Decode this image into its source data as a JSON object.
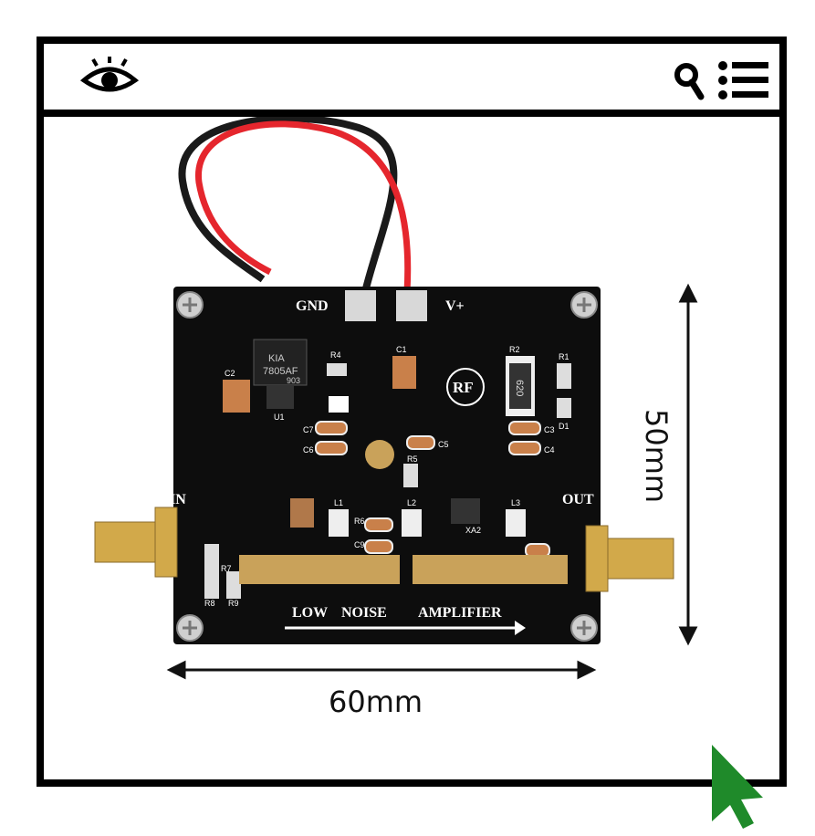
{
  "window": {
    "icons": [
      "eye-icon",
      "search-icon",
      "menu-icon"
    ]
  },
  "board": {
    "silkscreen": {
      "gnd": "GND",
      "vplus": "V+",
      "in": "IN",
      "out": "OUT",
      "logo": "RF",
      "low": "LOW",
      "noise": "NOISE",
      "amplifier": "AMPLIFIER",
      "regulator_brand": "KIA",
      "regulator_part": "7805AF",
      "regulator_code": "903",
      "r2_value": "620",
      "refs": [
        "R4",
        "C1",
        "R2",
        "R1",
        "C2",
        "U1",
        "D1",
        "C7",
        "C6",
        "C5",
        "C3",
        "C4",
        "R5",
        "L1",
        "R6",
        "L2",
        "XA2",
        "L3",
        "C9",
        "R7",
        "R8",
        "R9"
      ]
    },
    "dimensions": {
      "width": "60mm",
      "height": "50mm"
    }
  },
  "colors": {
    "frame": "#000000",
    "pcb": "#0d0d0d",
    "copper": "#c9a25a",
    "connector": "#d2a94a",
    "wire_red": "#e5262d",
    "wire_black": "#1a1a1a",
    "cursor": "#1f8a2a"
  }
}
